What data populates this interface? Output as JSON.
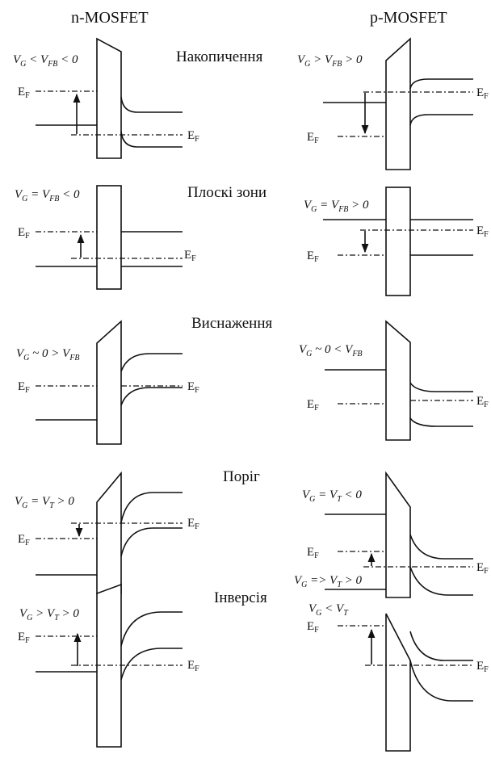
{
  "columns": {
    "n": "n-MOSFET",
    "p": "p-MOSFET"
  },
  "fermi_label": "E",
  "fermi_sub": "F",
  "sections": [
    {
      "title": "Накопичення",
      "n_eq": "V<sub>G</sub> < V<sub>FB</sub> < 0",
      "p_eq": "V<sub>G</sub> > V<sub>FB</sub> > 0"
    },
    {
      "title": "Плоскі зони",
      "n_eq": "V<sub>G</sub> = V<sub>FB</sub> < 0",
      "p_eq": "V<sub>G</sub> = V<sub>FB</sub> > 0"
    },
    {
      "title": "Виснаження",
      "n_eq": "V<sub>G</sub> ~ 0 > V<sub>FB</sub>",
      "p_eq": "V<sub>G</sub> ~ 0 < V<sub>FB</sub>"
    },
    {
      "title": "Поріг",
      "n_eq": "V<sub>G</sub> = V<sub>T</sub> > 0",
      "p_eq": "V<sub>G</sub> = V<sub>T</sub> < 0",
      "p_eq2": "V<sub>G</sub> => V<sub>T</sub> > 0"
    },
    {
      "title": "Інверсія",
      "n_eq": "V<sub>G</sub> > V<sub>T</sub> > 0",
      "p_eq": "V<sub>G</sub> < V<sub>T</sub>"
    }
  ]
}
